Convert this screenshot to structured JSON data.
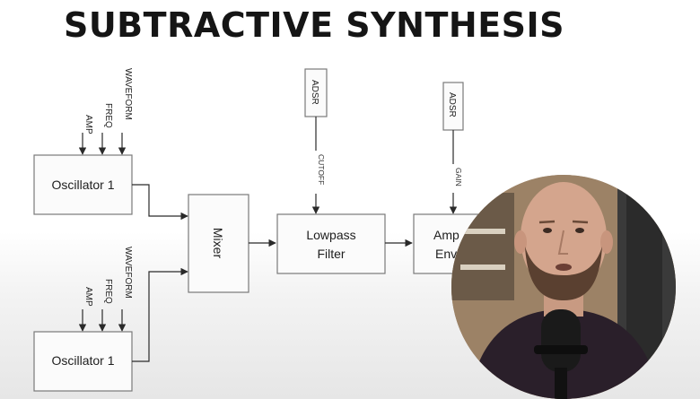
{
  "title": "SUBTRACTIVE SYNTHESIS",
  "osc1": {
    "label": "Oscillator 1",
    "inputs": [
      "AMP",
      "FREQ",
      "WAVEFORM"
    ]
  },
  "osc2": {
    "label": "Oscillator 1",
    "inputs": [
      "AMP",
      "FREQ",
      "WAVEFORM"
    ]
  },
  "mixer": {
    "label": "Mixer"
  },
  "filter": {
    "label_line1": "Lowpass",
    "label_line2": "Filter",
    "mod_source": "ADSR",
    "mod_target": "CUTOFF"
  },
  "amp": {
    "label_line1": "Amp",
    "label_line2": "Env",
    "mod_source": "ADSR",
    "mod_target": "GAIN"
  },
  "colors": {
    "title": "#151515",
    "box_stroke": "#7a7a7a",
    "line": "#2a2a2a"
  }
}
